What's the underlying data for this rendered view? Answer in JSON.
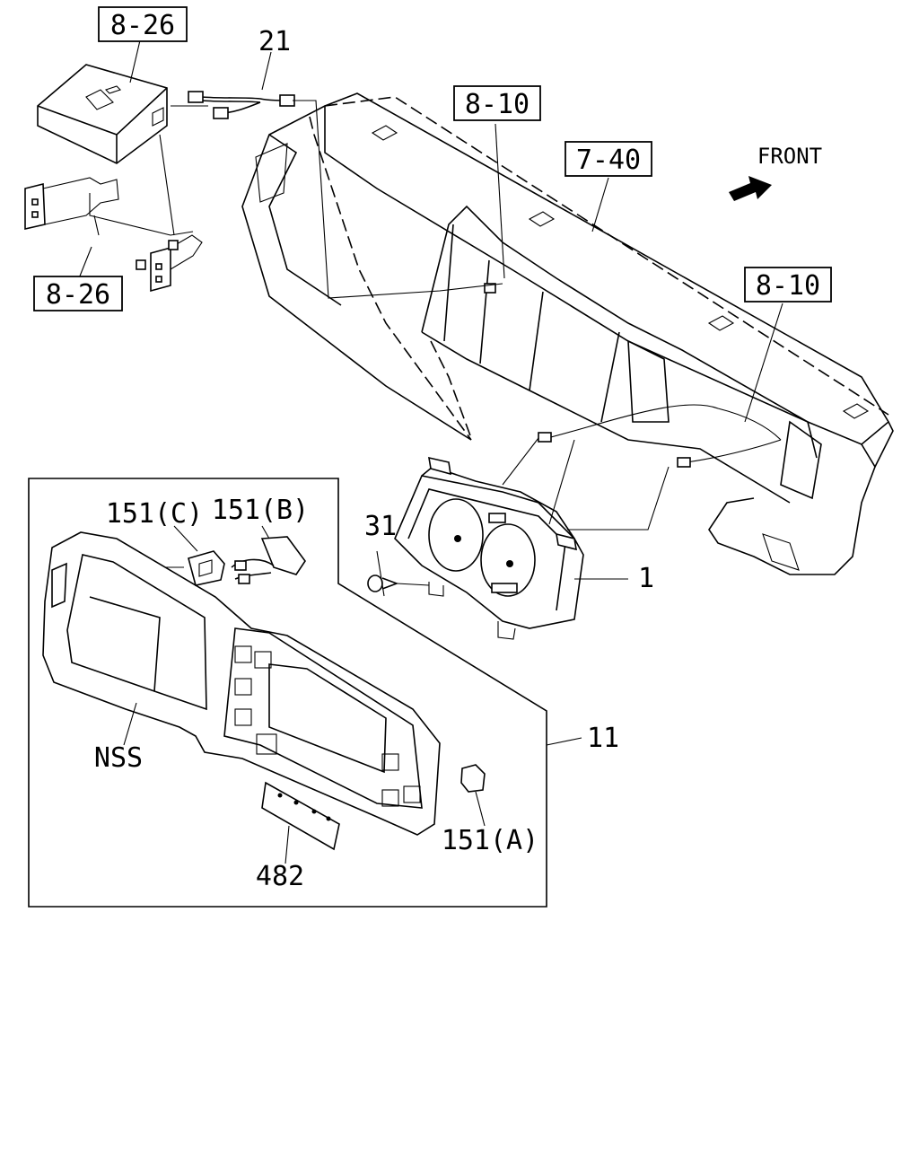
{
  "callouts": {
    "ref_8_26_top": "8-26",
    "ref_8_26_bottom": "8-26",
    "ref_8_10_top": "8-10",
    "ref_8_10_right": "8-10",
    "ref_7_40": "7-40",
    "part_21": "21",
    "part_31": "31",
    "part_1": "1",
    "part_11": "11",
    "part_151c": "151(C)",
    "part_151b": "151(B)",
    "part_151a": "151(A)",
    "part_nss": "NSS",
    "part_482": "482"
  },
  "orientation": {
    "front_label": "FRONT",
    "arrow_icon": "front-arrow-icon"
  },
  "colors": {
    "line": "#000000",
    "background": "#ffffff"
  }
}
